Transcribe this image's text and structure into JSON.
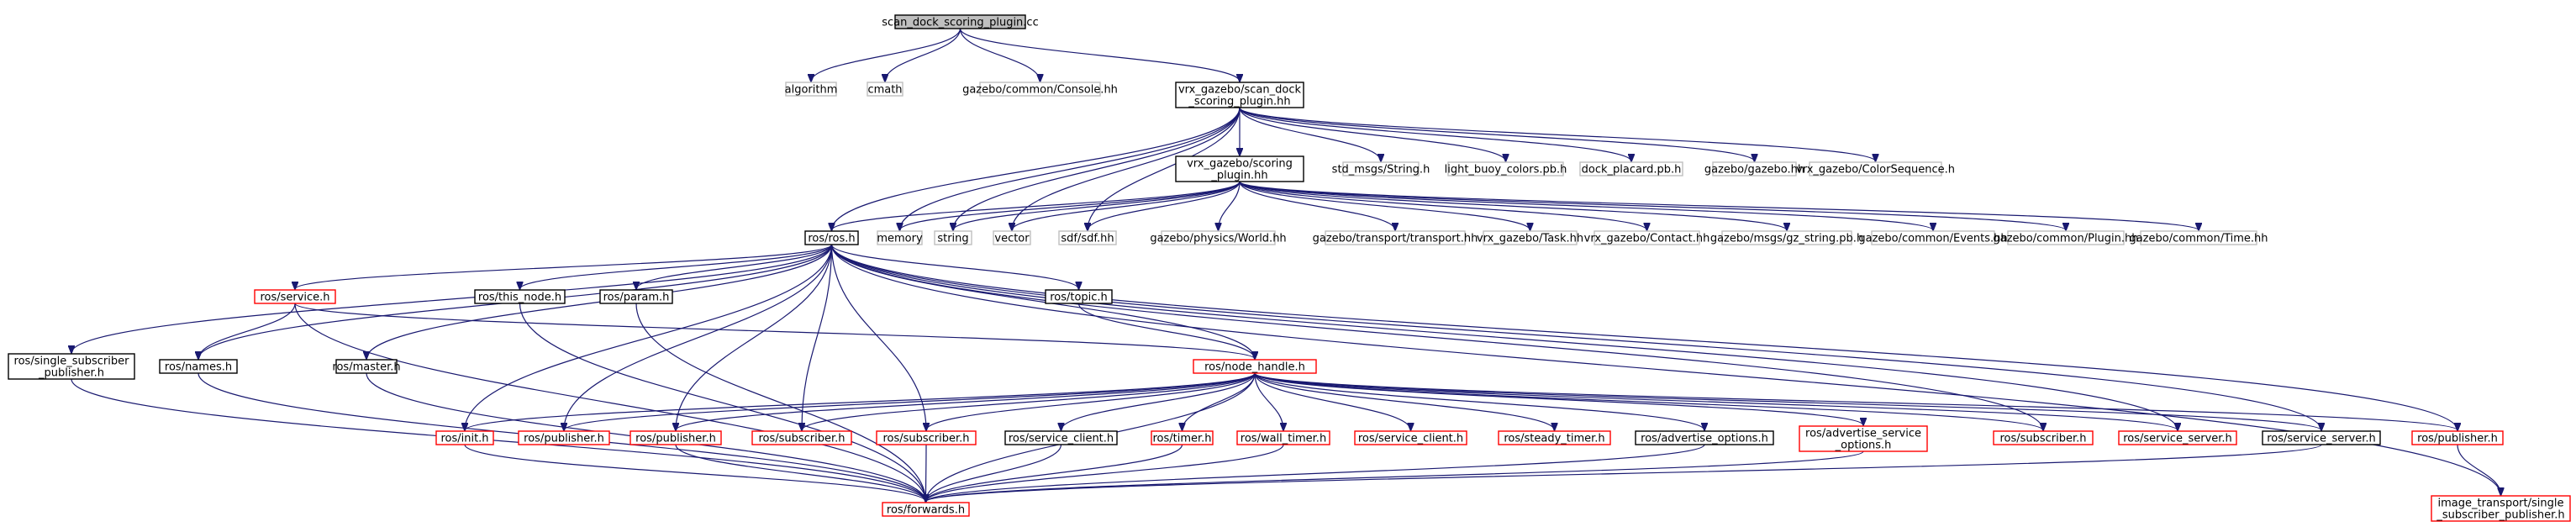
{
  "colors": {
    "edge": "#191970",
    "root_fill": "#bfbfbf",
    "red_border": "#ff0000",
    "gray_border": "#bfbfbf"
  },
  "nodes": [
    {
      "id": "root",
      "lines": [
        "scan_dock_scoring_plugin.cc"
      ],
      "style": "root"
    },
    {
      "id": "algorithm",
      "lines": [
        "algorithm"
      ],
      "style": "gray"
    },
    {
      "id": "cmath",
      "lines": [
        "cmath"
      ],
      "style": "gray"
    },
    {
      "id": "console",
      "lines": [
        "gazebo/common/Console.hh"
      ],
      "style": "gray"
    },
    {
      "id": "sdsp",
      "lines": [
        "vrx_gazebo/scan_dock",
        "_scoring_plugin.hh"
      ],
      "style": "normal"
    },
    {
      "id": "scoring",
      "lines": [
        "vrx_gazebo/scoring",
        "_plugin.hh"
      ],
      "style": "normal"
    },
    {
      "id": "stdstring",
      "lines": [
        "std_msgs/String.h"
      ],
      "style": "gray"
    },
    {
      "id": "lightbuoy",
      "lines": [
        "light_buoy_colors.pb.h"
      ],
      "style": "gray"
    },
    {
      "id": "dockplacard",
      "lines": [
        "dock_placard.pb.h"
      ],
      "style": "gray"
    },
    {
      "id": "gazebohh",
      "lines": [
        "gazebo/gazebo.hh"
      ],
      "style": "gray"
    },
    {
      "id": "colorseq",
      "lines": [
        "vrx_gazebo/ColorSequence.h"
      ],
      "style": "gray"
    },
    {
      "id": "rosh",
      "lines": [
        "ros/ros.h"
      ],
      "style": "normal"
    },
    {
      "id": "memory",
      "lines": [
        "memory"
      ],
      "style": "gray"
    },
    {
      "id": "string",
      "lines": [
        "string"
      ],
      "style": "gray"
    },
    {
      "id": "vector",
      "lines": [
        "vector"
      ],
      "style": "gray"
    },
    {
      "id": "sdf",
      "lines": [
        "sdf/sdf.hh"
      ],
      "style": "gray"
    },
    {
      "id": "world",
      "lines": [
        "gazebo/physics/World.hh"
      ],
      "style": "gray"
    },
    {
      "id": "transport",
      "lines": [
        "gazebo/transport/transport.hh"
      ],
      "style": "gray"
    },
    {
      "id": "task",
      "lines": [
        "vrx_gazebo/Task.hh"
      ],
      "style": "gray"
    },
    {
      "id": "contact",
      "lines": [
        "vrx_gazebo/Contact.hh"
      ],
      "style": "gray"
    },
    {
      "id": "gzstring",
      "lines": [
        "gazebo/msgs/gz_string.pb.h"
      ],
      "style": "gray"
    },
    {
      "id": "events",
      "lines": [
        "gazebo/common/Events.hh"
      ],
      "style": "gray"
    },
    {
      "id": "plugin",
      "lines": [
        "gazebo/common/Plugin.hh"
      ],
      "style": "gray"
    },
    {
      "id": "time",
      "lines": [
        "gazebo/common/Time.hh"
      ],
      "style": "gray"
    },
    {
      "id": "service",
      "lines": [
        "ros/service.h"
      ],
      "style": "red"
    },
    {
      "id": "thisnode",
      "lines": [
        "ros/this_node.h"
      ],
      "style": "normal"
    },
    {
      "id": "param",
      "lines": [
        "ros/param.h"
      ],
      "style": "normal"
    },
    {
      "id": "topic",
      "lines": [
        "ros/topic.h"
      ],
      "style": "normal"
    },
    {
      "id": "singlesub",
      "lines": [
        "ros/single_subscriber",
        "_publisher.h"
      ],
      "style": "normal"
    },
    {
      "id": "names",
      "lines": [
        "ros/names.h"
      ],
      "style": "normal"
    },
    {
      "id": "master",
      "lines": [
        "ros/master.h"
      ],
      "style": "normal"
    },
    {
      "id": "nodehandle",
      "lines": [
        "ros/node_handle.h"
      ],
      "style": "red"
    },
    {
      "id": "init",
      "lines": [
        "ros/init.h"
      ],
      "style": "red"
    },
    {
      "id": "pub1",
      "lines": [
        "ros/publisher.h"
      ],
      "style": "red"
    },
    {
      "id": "pub2",
      "lines": [
        "ros/publisher.h"
      ],
      "style": "red"
    },
    {
      "id": "sub1",
      "lines": [
        "ros/subscriber.h"
      ],
      "style": "red"
    },
    {
      "id": "sub2",
      "lines": [
        "ros/subscriber.h"
      ],
      "style": "red"
    },
    {
      "id": "svcclient1",
      "lines": [
        "ros/service_client.h"
      ],
      "style": "normal"
    },
    {
      "id": "timer",
      "lines": [
        "ros/timer.h"
      ],
      "style": "red"
    },
    {
      "id": "walltimer",
      "lines": [
        "ros/wall_timer.h"
      ],
      "style": "red"
    },
    {
      "id": "svcclient2",
      "lines": [
        "ros/service_client.h"
      ],
      "style": "red"
    },
    {
      "id": "steadytimer",
      "lines": [
        "ros/steady_timer.h"
      ],
      "style": "red"
    },
    {
      "id": "advopts",
      "lines": [
        "ros/advertise_options.h"
      ],
      "style": "normal"
    },
    {
      "id": "advsvcopts",
      "lines": [
        "ros/advertise_service",
        "_options.h"
      ],
      "style": "red"
    },
    {
      "id": "sub3",
      "lines": [
        "ros/subscriber.h"
      ],
      "style": "red"
    },
    {
      "id": "svcserver1",
      "lines": [
        "ros/service_server.h"
      ],
      "style": "red"
    },
    {
      "id": "svcserver2",
      "lines": [
        "ros/service_server.h"
      ],
      "style": "normal"
    },
    {
      "id": "pub3",
      "lines": [
        "ros/publisher.h"
      ],
      "style": "red"
    },
    {
      "id": "forwards",
      "lines": [
        "ros/forwards.h"
      ],
      "style": "red"
    },
    {
      "id": "imgtransport",
      "lines": [
        "image_transport/single",
        "_subscriber_publisher.h"
      ],
      "style": "red"
    }
  ],
  "edges": [
    [
      "root",
      "algorithm"
    ],
    [
      "root",
      "cmath"
    ],
    [
      "root",
      "console"
    ],
    [
      "root",
      "sdsp"
    ],
    [
      "sdsp",
      "scoring"
    ],
    [
      "sdsp",
      "stdstring"
    ],
    [
      "sdsp",
      "lightbuoy"
    ],
    [
      "sdsp",
      "dockplacard"
    ],
    [
      "sdsp",
      "gazebohh"
    ],
    [
      "sdsp",
      "colorseq"
    ],
    [
      "sdsp",
      "rosh"
    ],
    [
      "sdsp",
      "memory"
    ],
    [
      "sdsp",
      "string"
    ],
    [
      "sdsp",
      "vector"
    ],
    [
      "sdsp",
      "sdf"
    ],
    [
      "scoring",
      "rosh"
    ],
    [
      "scoring",
      "memory"
    ],
    [
      "scoring",
      "string"
    ],
    [
      "scoring",
      "vector"
    ],
    [
      "scoring",
      "sdf"
    ],
    [
      "scoring",
      "world"
    ],
    [
      "scoring",
      "transport"
    ],
    [
      "scoring",
      "task"
    ],
    [
      "scoring",
      "contact"
    ],
    [
      "scoring",
      "gzstring"
    ],
    [
      "scoring",
      "events"
    ],
    [
      "scoring",
      "plugin"
    ],
    [
      "scoring",
      "time"
    ],
    [
      "rosh",
      "service"
    ],
    [
      "rosh",
      "thisnode"
    ],
    [
      "rosh",
      "param"
    ],
    [
      "rosh",
      "topic"
    ],
    [
      "rosh",
      "singlesub"
    ],
    [
      "rosh",
      "names"
    ],
    [
      "rosh",
      "master"
    ],
    [
      "rosh",
      "nodehandle"
    ],
    [
      "rosh",
      "init"
    ],
    [
      "rosh",
      "pub1"
    ],
    [
      "rosh",
      "pub2"
    ],
    [
      "rosh",
      "sub1"
    ],
    [
      "rosh",
      "sub2"
    ],
    [
      "rosh",
      "sub3"
    ],
    [
      "rosh",
      "svcserver1"
    ],
    [
      "rosh",
      "svcserver2"
    ],
    [
      "rosh",
      "pub3"
    ],
    [
      "rosh",
      "imgtransport"
    ],
    [
      "service",
      "names"
    ],
    [
      "service",
      "nodehandle"
    ],
    [
      "service",
      "forwards"
    ],
    [
      "thisnode",
      "forwards"
    ],
    [
      "param",
      "forwards"
    ],
    [
      "topic",
      "nodehandle"
    ],
    [
      "singlesub",
      "forwards"
    ],
    [
      "names",
      "forwards"
    ],
    [
      "master",
      "forwards"
    ],
    [
      "nodehandle",
      "init"
    ],
    [
      "nodehandle",
      "pub1"
    ],
    [
      "nodehandle",
      "pub2"
    ],
    [
      "nodehandle",
      "sub1"
    ],
    [
      "nodehandle",
      "sub2"
    ],
    [
      "nodehandle",
      "svcclient1"
    ],
    [
      "nodehandle",
      "timer"
    ],
    [
      "nodehandle",
      "walltimer"
    ],
    [
      "nodehandle",
      "svcclient2"
    ],
    [
      "nodehandle",
      "steadytimer"
    ],
    [
      "nodehandle",
      "advopts"
    ],
    [
      "nodehandle",
      "advsvcopts"
    ],
    [
      "nodehandle",
      "sub3"
    ],
    [
      "nodehandle",
      "svcserver1"
    ],
    [
      "nodehandle",
      "svcserver2"
    ],
    [
      "nodehandle",
      "pub3"
    ],
    [
      "nodehandle",
      "forwards"
    ],
    [
      "init",
      "forwards"
    ],
    [
      "pub2",
      "forwards"
    ],
    [
      "sub2",
      "forwards"
    ],
    [
      "svcclient1",
      "forwards"
    ],
    [
      "timer",
      "forwards"
    ],
    [
      "walltimer",
      "forwards"
    ],
    [
      "advopts",
      "forwards"
    ],
    [
      "advsvcopts",
      "forwards"
    ],
    [
      "svcserver2",
      "forwards"
    ],
    [
      "pub3",
      "imgtransport"
    ]
  ]
}
